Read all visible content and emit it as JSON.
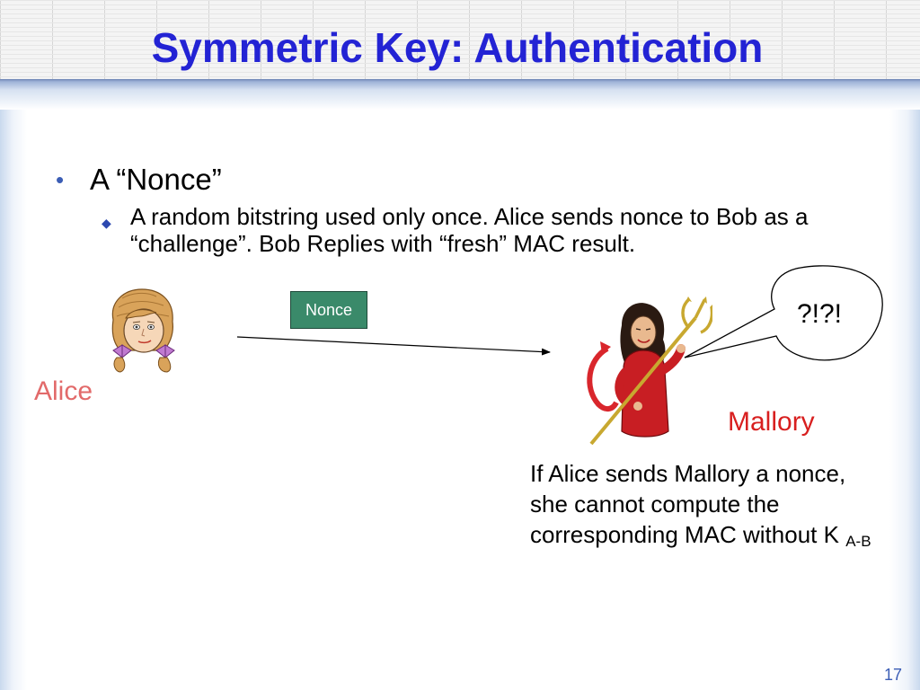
{
  "slide": {
    "title": "Symmetric Key: Authentication",
    "bullet_level1": "A “Nonce”",
    "bullet_level2": "A random bitstring used only once. Alice sends nonce to Bob as a “challenge”.  Bob Replies with “fresh” MAC result.",
    "nonce_box_label": "Nonce",
    "alice_label": "Alice",
    "mallory_label": "Mallory",
    "speech_bubble_text": "?!?!",
    "note_line1": "If Alice sends Mallory a nonce,",
    "note_line2": "she cannot compute the",
    "note_line3": "corresponding MAC without K",
    "note_subscript": "A-B",
    "page_number": "17"
  },
  "colors": {
    "title": "#2323d4",
    "alice_label": "#e26a6a",
    "mallory_label": "#d81f1f",
    "nonce_box_fill": "#3a8a6a",
    "bullet_marker": "#3b5db5"
  },
  "icons": {
    "bullet_level1": "round-bullet-icon",
    "bullet_level2": "diamond-bullet-icon",
    "alice": "alice-clipart-icon",
    "mallory": "mallory-devil-clipart-icon",
    "bubble": "speech-bubble-icon",
    "arrow": "arrow-right-icon"
  }
}
